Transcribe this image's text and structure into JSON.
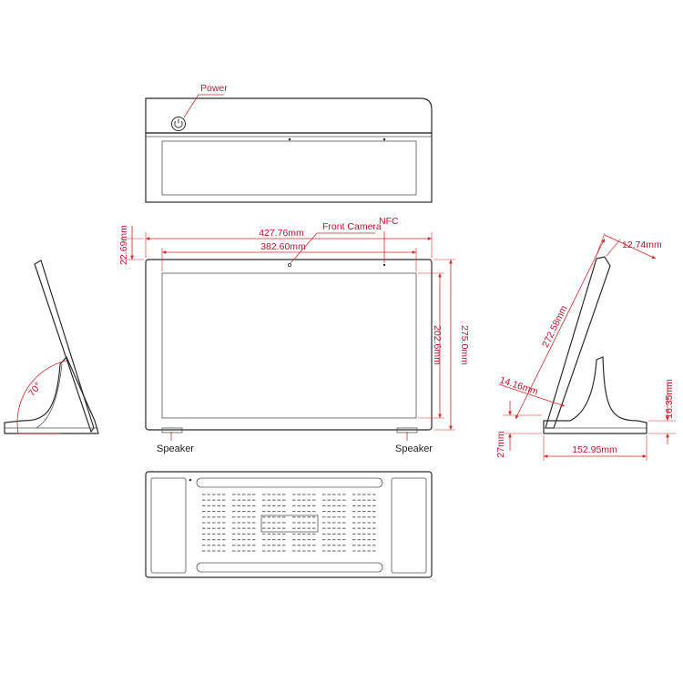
{
  "labels": {
    "power": "Power",
    "front_camera": "Front Camera",
    "nfc": "NFC",
    "speaker_left": "Speaker",
    "speaker_right": "Speaker"
  },
  "dimensions": {
    "overall_width": "427.76mm",
    "screen_width": "382.60mm",
    "top_bezel": "22.69mm",
    "overall_height": "275.0mm",
    "screen_height": "202.6mm",
    "tilt_angle": "70°",
    "thickness": "12.74mm",
    "slant_length": "272.58mm",
    "stand_offset": "14.16mm",
    "foot_height": "16.35mm",
    "base_height": "27mm",
    "base_depth": "152.95mm"
  },
  "colors": {
    "outline": "#2b2b2b",
    "dimension_line": "#d22a2a",
    "dimension_text": "#c8102e"
  }
}
